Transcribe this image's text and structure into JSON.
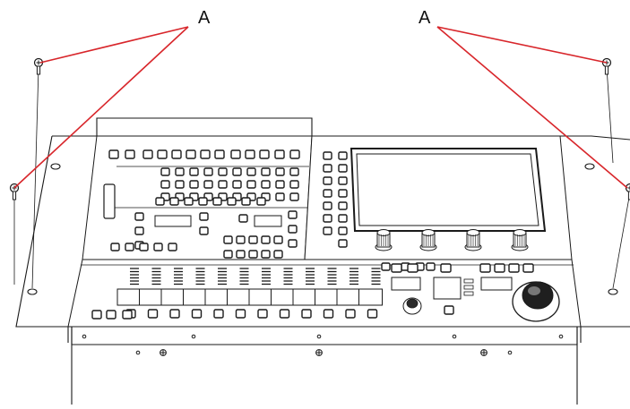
{
  "callouts": {
    "left_label": "A",
    "right_label": "A"
  },
  "colors": {
    "leader_line": "#d8262b",
    "outline": "#1a1a1a",
    "panel_fill": "#ffffff",
    "display_fill": "#ffffff"
  },
  "parts": {
    "screws": [
      "screw",
      "screw",
      "screw",
      "screw"
    ],
    "console": "mixing-console",
    "display": "touch-screen",
    "knobs": [
      "encoder-knob",
      "encoder-knob",
      "encoder-knob",
      "encoder-knob"
    ],
    "jog_wheel": "jog-wheel",
    "fader_strips": 12
  }
}
